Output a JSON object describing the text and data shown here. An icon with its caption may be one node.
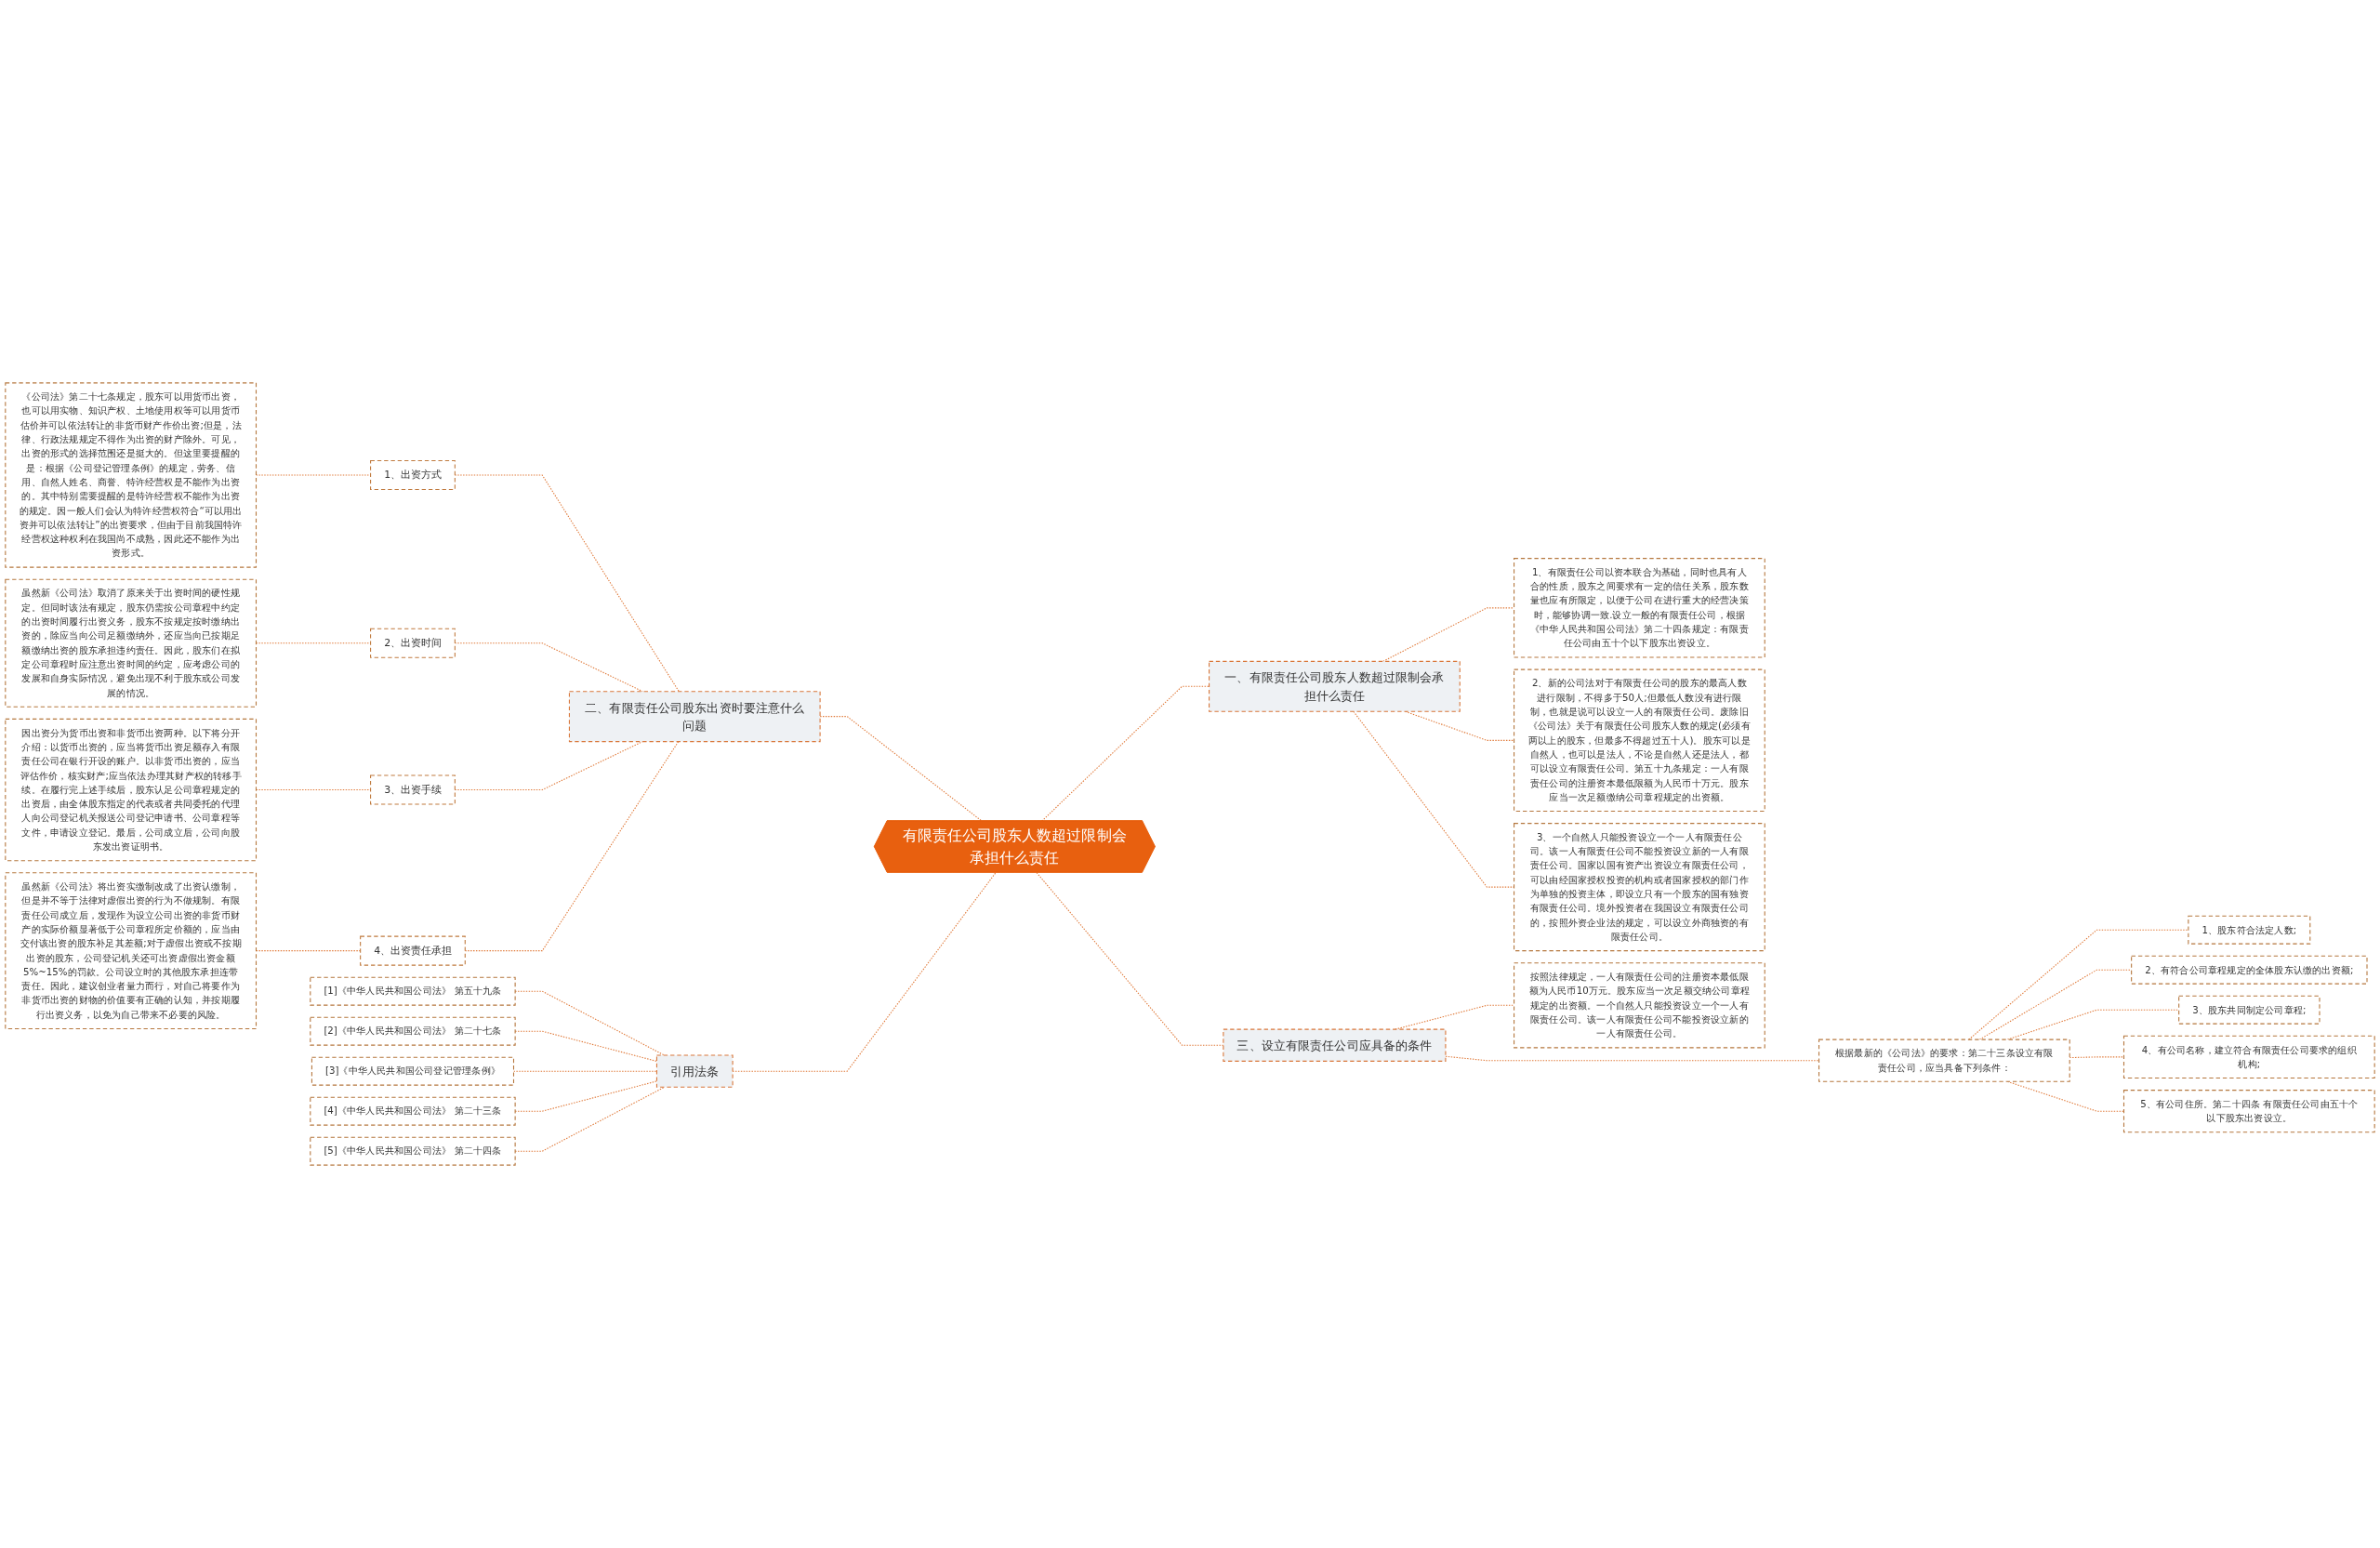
{
  "diagram": {
    "nodes": [
      {
        "text": [
          "有限责任公司股东人数超过限制会承担什么责任"
        ]
      },
      {
        "text": [
          "一、有限责任公司股东人数超过限制会承担什么责任"
        ]
      },
      {
        "text": [
          "1、有限责任公司以资本联合为基础，同时也具有人合的性质，股东之间要求有一定的信任关系，股东数量也应有所限定，以便于公司在进行重大的经营决策时，能够协调一致.设立一般的有限责任公司，根据《中华人民共和国公司法》第二十四条规定：有限责任公司由五十个以下股东出资设立。"
        ]
      },
      {
        "text": [
          "2、新的公司法对于有限责任公司的股东的最高人数进行限制，不得多于50人;但最低人数没有进行限制，也就是说可以设立一人的有限责任公司。废除旧《公司法》关于有限责任公司股东人数的规定(必须有两以上的股东，但最多不得超过五十人)。股东可以是自然人，也可以是法人，不论是自然人还是法人，都可以设立有限责任公司。第五十九条规定：一人有限责任公司的注册资本最低限额为人民币十万元。股东应当一次足额缴纳公司章程规定的出资额。"
        ]
      },
      {
        "text": [
          "3、一个自然人只能投资设立一个一人有限责任公司。该一人有限责任公司不能投资设立新的一人有限责任公司。国家以国有资产出资设立有限责任公司，可以由经国家授权投资的机构或者国家授权的部门作为单独的投资主体，即设立只有一个股东的国有独资有限责任公司。境外投资者在我国设立有限责任公司的，按照外资企业法的规定，可以设立外商独资的有限责任公司。"
        ]
      },
      {
        "text": [
          "二、有限责任公司股东出资时要注意什么问题"
        ]
      },
      {
        "text": [
          "1、出资方式"
        ]
      },
      {
        "text": [
          "《公司法》第二十七条规定，股东可以用货币出资，也可以用实物、知识产权、土地使用权等可以用货币估价并可以依法转让的非货币财产作价出资;但是，法律、行政法规规定不得作为出资的财产除外。可见，出资的形式的选择范围还是挺大的。但这里要提醒的是：根据《公司登记管理条例》的规定，劳务、信用、自然人姓名、商誉、特许经营权是不能作为出资的。其中特别需要提醒的是特许经营权不能作为出资的规定。因一般人们会认为特许经营权符合“可以用出资并可以依法转让”的出资要求，但由于目前我国特许经营权这种权利在我国尚不成熟，因此还不能作为出资形式。"
        ]
      },
      {
        "text": [
          "2、出资时间"
        ]
      },
      {
        "text": [
          "虽然新《公司法》取消了原来关于出资时间的硬性规定。但同时该法有规定，股东仍需按公司章程中约定的出资时间履行出资义务，股东不按规定按时缴纳出资的，除应当向公司足额缴纳外，还应当向已按期足额缴纳出资的股东承担违约责任。因此，股东们在拟定公司章程时应注意出资时间的约定，应考虑公司的发展和自身实际情况，避免出现不利于股东或公司发展的情况。"
        ]
      },
      {
        "text": [
          "3、出资手续"
        ]
      },
      {
        "text": [
          "因出资分为货币出资和非货币出资两种。以下将分开介绍：以货币出资的，应当将货币出资足额存入有限责任公司在银行开设的账户。以非货币出资的，应当评估作价，核实财产;应当依法办理其财产权的转移手续。在履行完上述手续后，股东认足公司章程规定的出资后，由全体股东指定的代表或者共同委托的代理人向公司登记机关报送公司登记申请书、公司章程等文件，申请设立登记。最后，公司成立后，公司向股东发出资证明书。"
        ]
      },
      {
        "text": [
          "4、出资责任承担"
        ]
      },
      {
        "text": [
          "虽然新《公司法》将出资实缴制改成了出资认缴制，但是并不等于法律对虚假出资的行为不做规制。有限责任公司成立后，发现作为设立公司出资的非货币财产的实际价额显著低于公司章程所定价额的，应当由交付该出资的股东补足其差额;对于虚假出资或不按期出资的股东，公司登记机关还可出资虚假出资金额5%~15%的罚款。公司设立时的其他股东承担连带责任。因此，建议创业者量力而行，对自己将要作为非货币出资的财物的价值要有正确的认知，并按期履行出资义务，以免为自己带来不必要的风险。"
        ]
      },
      {
        "text": [
          "三、设立有限责任公司应具备的条件"
        ]
      },
      {
        "text": [
          "根据最新的《公司法》的要求：第二十三条设立有限责任公司，应当具备下列条件："
        ]
      },
      {
        "text": [
          "1、股东符合法定人数;"
        ]
      },
      {
        "text": [
          "2、有符合公司章程规定的全体股东认缴的出资额;"
        ]
      },
      {
        "text": [
          "3、股东共同制定公司章程;"
        ]
      },
      {
        "text": [
          "4、有公司名称，建立符合有限责任公司要求的组织机构;"
        ]
      },
      {
        "text": [
          "5、有公司住所。第二十四条 有限责任公司由五十个以下股东出资设立。"
        ]
      },
      {
        "text": [
          "按照法律规定，一人有限责任公司的注册资本最低限额为人民币10万元。股东应当一次足额交纳公司章程规定的出资额。一个自然人只能投资设立一个一人有限责任公司。该一人有限责任公司不能投资设立新的一人有限责任公司。"
        ]
      },
      {
        "text": [
          "引用法条"
        ]
      },
      {
        "text": [
          "[1]《中华人民共和国公司法》 第五十九条"
        ]
      },
      {
        "text": [
          "[2]《中华人民共和国公司法》 第二十七条"
        ]
      },
      {
        "text": [
          "[3]《中华人民共和国公司登记管理条例》"
        ]
      },
      {
        "text": [
          "[4]《中华人民共和国公司法》 第二十三条"
        ]
      },
      {
        "text": [
          "[5]《中华人民共和国公司法》 第二十四条"
        ]
      }
    ],
    "edges": [
      {
        "from": 0,
        "to": 1,
        "arrow": "none",
        "style": "dashed"
      },
      {
        "from": 1,
        "to": 2,
        "arrow": "none",
        "style": "dashed"
      },
      {
        "from": 1,
        "to": 3,
        "arrow": "none",
        "style": "dashed"
      },
      {
        "from": 1,
        "to": 4,
        "arrow": "none",
        "style": "dashed"
      },
      {
        "from": 5,
        "to": 0,
        "arrow": "none",
        "style": "dashed"
      },
      {
        "from": 6,
        "to": 5,
        "arrow": "none",
        "style": "dashed"
      },
      {
        "from": 7,
        "to": 6,
        "arrow": "none",
        "style": "dashed"
      },
      {
        "from": 8,
        "to": 5,
        "arrow": "none",
        "style": "dashed"
      },
      {
        "from": 9,
        "to": 8,
        "arrow": "none",
        "style": "dashed"
      },
      {
        "from": 10,
        "to": 5,
        "arrow": "none",
        "style": "dashed"
      },
      {
        "from": 11,
        "to": 10,
        "arrow": "none",
        "style": "dashed"
      },
      {
        "from": 12,
        "to": 5,
        "arrow": "none",
        "style": "dashed"
      },
      {
        "from": 13,
        "to": 12,
        "arrow": "none",
        "style": "dashed"
      },
      {
        "from": 0,
        "to": 14,
        "arrow": "none",
        "style": "dashed"
      },
      {
        "from": 14,
        "to": 15,
        "arrow": "none",
        "style": "dashed"
      },
      {
        "from": 15,
        "to": 16,
        "arrow": "none",
        "style": "dashed"
      },
      {
        "from": 15,
        "to": 17,
        "arrow": "none",
        "style": "dashed"
      },
      {
        "from": 15,
        "to": 18,
        "arrow": "none",
        "style": "dashed"
      },
      {
        "from": 15,
        "to": 19,
        "arrow": "none",
        "style": "dashed"
      },
      {
        "from": 15,
        "to": 20,
        "arrow": "none",
        "style": "dashed"
      },
      {
        "from": 14,
        "to": 21,
        "arrow": "none",
        "style": "dashed"
      },
      {
        "from": 22,
        "to": 0,
        "arrow": "none",
        "style": "dashed"
      },
      {
        "from": 23,
        "to": 22,
        "arrow": "none",
        "style": "dashed"
      },
      {
        "from": 24,
        "to": 22,
        "arrow": "none",
        "style": "dashed"
      },
      {
        "from": 25,
        "to": 22,
        "arrow": "none",
        "style": "dashed"
      },
      {
        "from": 26,
        "to": 22,
        "arrow": "none",
        "style": "dashed"
      },
      {
        "from": 27,
        "to": 22,
        "arrow": "none",
        "style": "dashed"
      }
    ]
  }
}
